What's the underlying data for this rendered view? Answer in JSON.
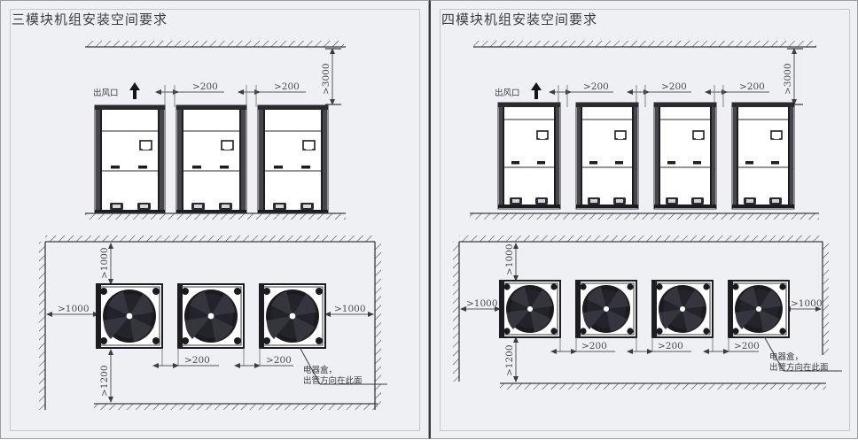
{
  "page": {
    "background_color": "#eef0f3",
    "border_color": "#9a9ca1"
  },
  "panels": [
    {
      "id": "three-module",
      "title": "三模块机组安装空间要求",
      "module_count": 3,
      "elevation": {
        "airflow_label": "出风口",
        "airflow_icon": "up-arrow-icon",
        "ceiling_clearance": ">3000",
        "gaps": [
          ">200",
          ">200"
        ]
      },
      "plan": {
        "clearance_left": ">1000",
        "clearance_right": ">1000",
        "clearance_top": ">1000",
        "clearance_bottom": ">1200",
        "gaps": [
          ">200",
          ">200"
        ],
        "callout_line1": "电器盒，",
        "callout_line2": "出管方向在此面"
      }
    },
    {
      "id": "four-module",
      "title": "四模块机组安装空间要求",
      "module_count": 4,
      "elevation": {
        "airflow_label": "出风口",
        "airflow_icon": "up-arrow-icon",
        "ceiling_clearance": ">3000",
        "gaps": [
          ">200",
          ">200",
          ">200"
        ]
      },
      "plan": {
        "clearance_left": ">1000",
        "clearance_right": ">1000",
        "clearance_top": ">1000",
        "clearance_bottom": ">1200",
        "gaps": [
          ">200",
          ">200",
          ">200"
        ],
        "callout_line1": "电器盒，",
        "callout_line2": "出管方向在此面"
      }
    }
  ]
}
